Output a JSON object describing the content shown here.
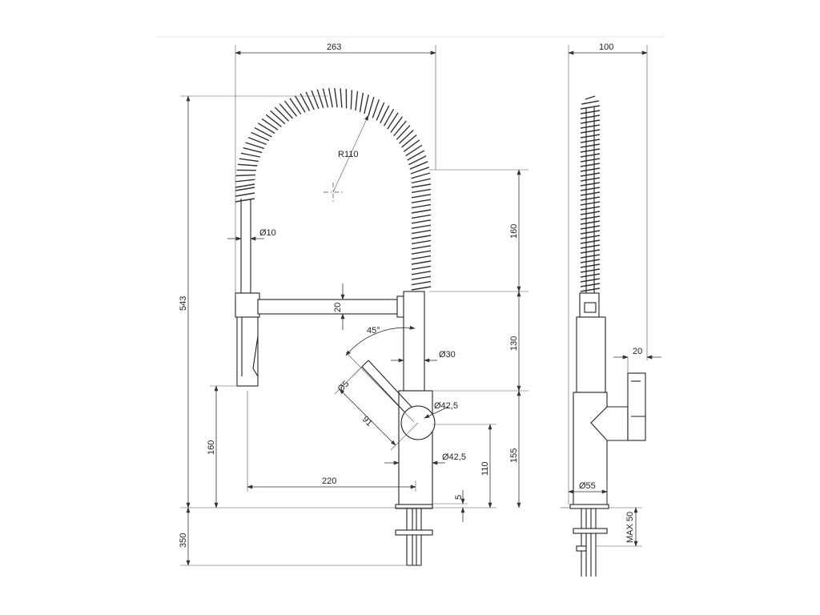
{
  "drawing": {
    "front_view": {
      "overall_width": "263",
      "overall_height": "543",
      "spring_radius": "R110",
      "hose_diameter": "Ø10",
      "spring_straight_length": "160",
      "arm_height": "20",
      "swivel_angle": "45°",
      "body_upper_height": "130",
      "body_upper_diameter": "Ø30",
      "lever_diameter": "Ø5",
      "lever_length": "91",
      "lever_hub_diameter": "Ø42,5",
      "base_diameter": "Ø42,5",
      "spout_clearance": "160",
      "spout_reach": "220",
      "body_lower_height": "155",
      "base_height": "110",
      "flange_thickness": "5",
      "shank_length": "350"
    },
    "side_view": {
      "overall_width": "100",
      "handle_offset": "20",
      "base_diameter": "Ø55",
      "max_deck_thickness": "MAX 50"
    }
  }
}
